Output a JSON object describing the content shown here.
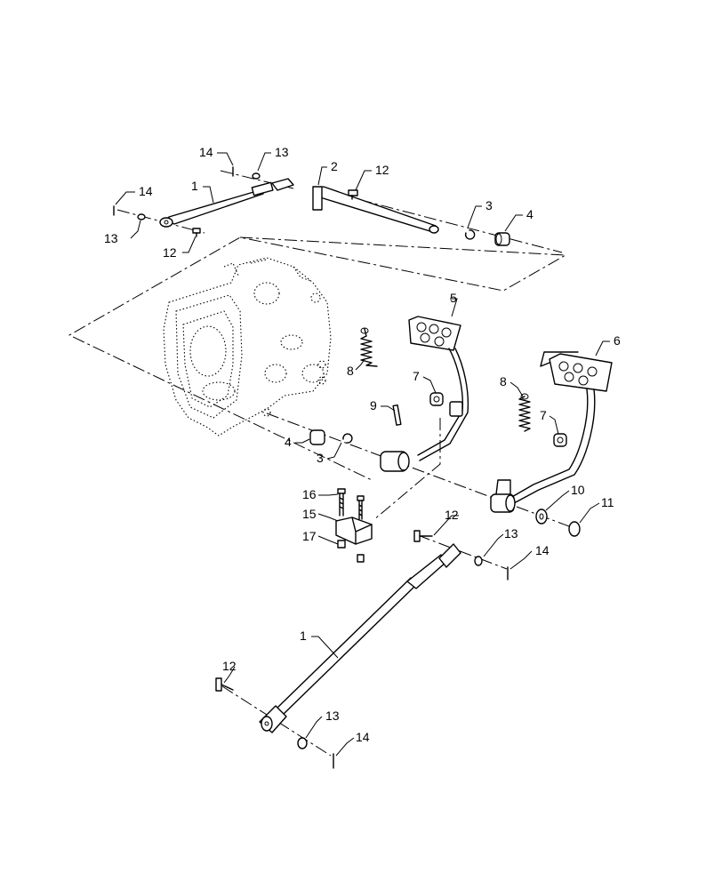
{
  "diagram": {
    "callouts": {
      "c1_top": "1",
      "c2": "2",
      "c3_top": "3",
      "c4_top": "4",
      "c5": "5",
      "c6": "6",
      "c7_left": "7",
      "c7_right": "7",
      "c8_left": "8",
      "c8_right": "8",
      "c9": "9",
      "c10": "10",
      "c11": "11",
      "c12_top_a": "12",
      "c12_top_b": "12",
      "c12_mid": "12",
      "c12_bot": "12",
      "c13_top_a": "13",
      "c13_top_b": "13",
      "c13_mid": "13",
      "c13_bot": "13",
      "c14_top_a": "14",
      "c14_top_b": "14",
      "c14_mid": "14",
      "c14_bot": "14",
      "c15": "15",
      "c16": "16",
      "c17": "17",
      "c4_mid": "4",
      "c3_mid": "3",
      "c1_bot": "1"
    }
  }
}
